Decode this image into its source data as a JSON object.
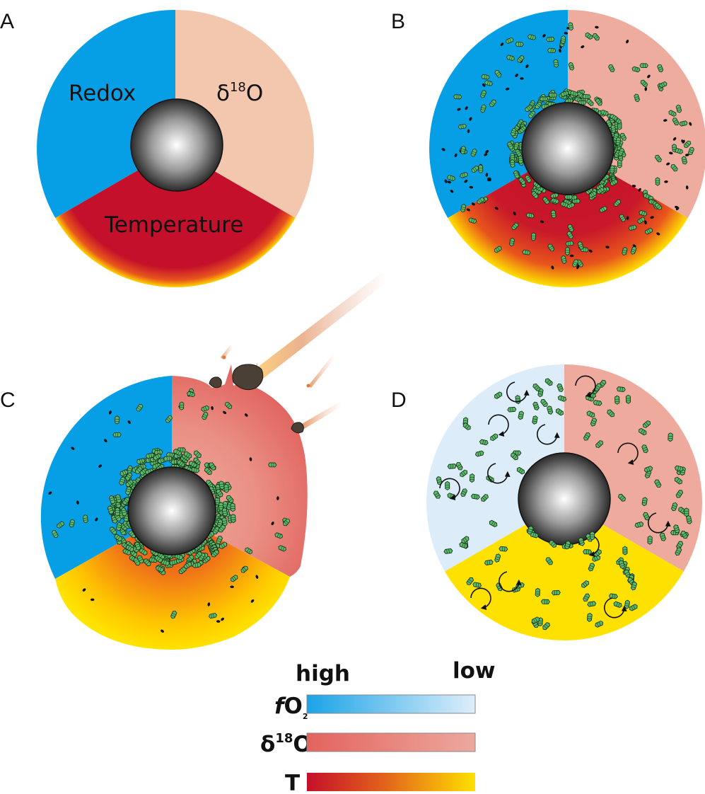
{
  "panels": [
    {
      "letter": "A"
    },
    {
      "letter": "B"
    },
    {
      "letter": "C"
    },
    {
      "letter": "D"
    }
  ],
  "panel_a": {
    "redox_label": "Redox",
    "delta_label_main": "δ",
    "delta_label_sup": "18",
    "delta_label_end": "O",
    "temperature_label": "Temperature"
  },
  "legend": {
    "high_label": "high",
    "low_label": "low",
    "rows": [
      {
        "var": "f",
        "var_rest": "O",
        "var_sub": "2",
        "from": "#1aa3e6",
        "to": "#dfeefa"
      },
      {
        "var": "δ",
        "var_sup": "18",
        "var_rest": "O",
        "from": "#e3635d",
        "to": "#eca99e"
      },
      {
        "var": "T",
        "from": "#c4102a",
        "to": "#ffe000"
      }
    ]
  },
  "colors": {
    "redox_high": "#069fe6",
    "redox_low": "#dcecf8",
    "delta_high_pale": "#f2c7ae",
    "delta_mid": "#eeaa9c",
    "temperature_red": "#c4102a",
    "temperature_yellow": "#ffe100",
    "crystal_green": "#4fa85c",
    "core_dark": "#2c2c2c"
  }
}
